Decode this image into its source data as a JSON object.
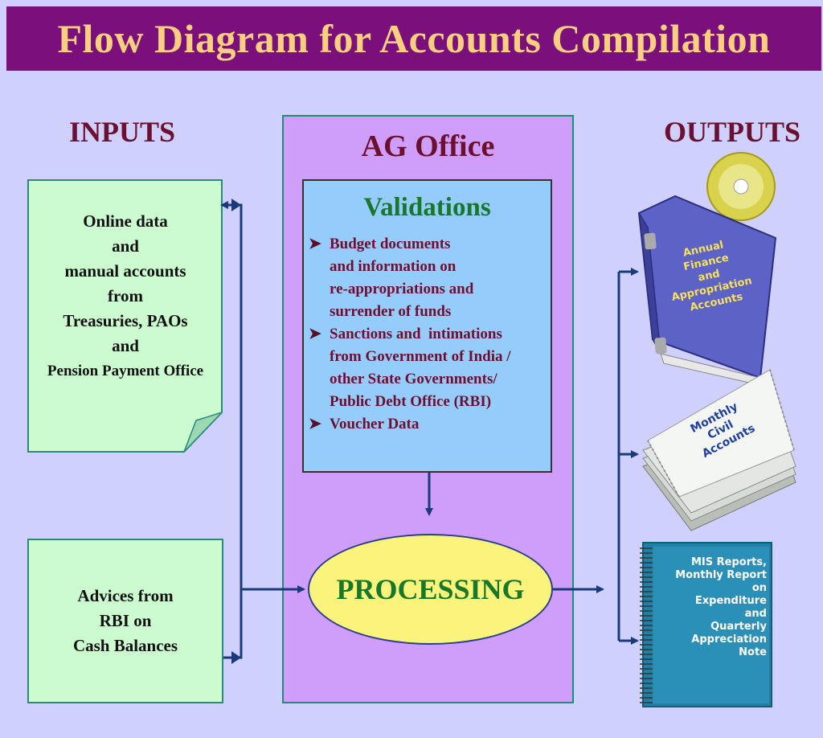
{
  "title": "Flow Diagram for Accounts Compilation",
  "headings": {
    "inputs": "INPUTS",
    "outputs": "OUTPUTS",
    "ag_office": "AG Office"
  },
  "inputs": {
    "online": [
      "Online data",
      "and",
      "manual accounts",
      "from",
      "Treasuries, PAOs",
      "and",
      "Pension Payment Office"
    ],
    "advices": [
      "Advices from",
      "RBI on",
      "Cash Balances"
    ]
  },
  "validations": {
    "title": "Validations",
    "items": [
      [
        "Budget documents",
        "and information on",
        "re-appropriations and",
        "surrender of funds"
      ],
      [
        "Sanctions and  intimations",
        "from Government of India /",
        "other State Governments/",
        "Public Debt Office (RBI)"
      ],
      [
        "Voucher Data"
      ]
    ]
  },
  "processing": "PROCESSING",
  "outputs": {
    "book": [
      "Annual",
      "Finance",
      "and",
      "Appropriation",
      "Accounts"
    ],
    "civil": [
      "Monthly",
      "Civil",
      "Accounts"
    ],
    "mis": [
      "MIS Reports,",
      "Monthly Report",
      "on",
      "Expenditure",
      "and",
      "Quarterly",
      "Appreciation",
      "Note"
    ]
  },
  "colors": {
    "background": "#cfd0fb",
    "title_bar": "#7b0f7c",
    "title_text": "#f7cf7e",
    "heading": "#6b1030",
    "input_fill": "#ccfbd0",
    "ag_fill": "#cf9efa",
    "validation_fill": "#94ccfc",
    "processing_fill": "#fbf47c",
    "arrow": "#1a3a7a"
  }
}
